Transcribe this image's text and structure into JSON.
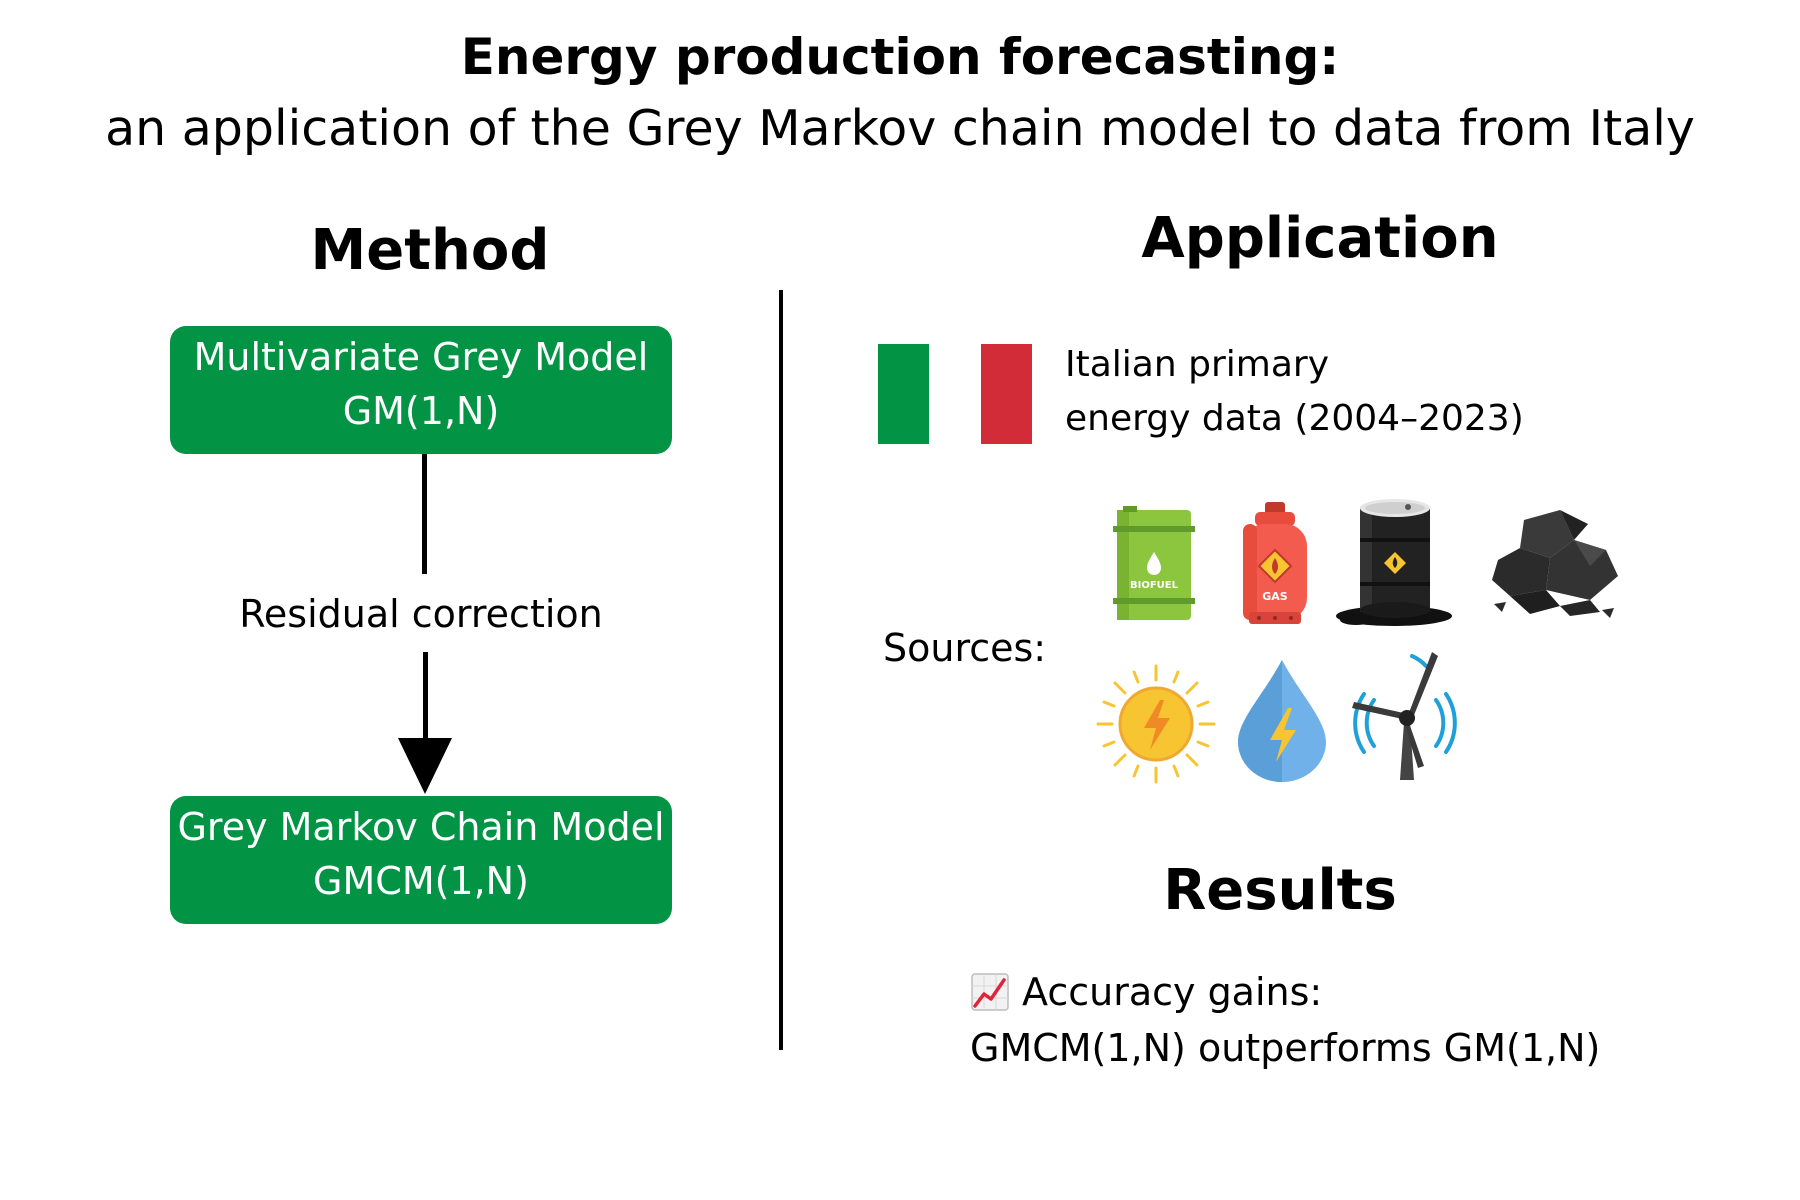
{
  "header": {
    "title": "Energy production forecasting:",
    "subtitle": "an application of the Grey Markov chain model to data from Italy"
  },
  "method": {
    "heading": "Method",
    "box_top": {
      "line1": "Multivariate Grey Model",
      "line2": "GM(1,N)"
    },
    "connector_label": "Residual correction",
    "box_bottom": {
      "line1": "Grey Markov Chain Model",
      "line2": "GMCM(1,N)"
    },
    "box_color": "#029345"
  },
  "application": {
    "heading": "Application",
    "flag_colors": [
      "#029345",
      "#ffffff",
      "#d12c38"
    ],
    "data_line1": "Italian primary",
    "data_line2": "energy data (2004–2023)",
    "sources_label": "Sources:",
    "sources": [
      "biofuel-barrel-icon",
      "gas-cylinder-icon",
      "oil-barrel-icon",
      "coal-icon",
      "solar-icon",
      "hydro-icon",
      "wind-turbine-icon"
    ],
    "biofuel_label": "BIOFUEL",
    "gas_label": "GAS"
  },
  "results": {
    "heading": "Results",
    "line1": "Accuracy gains:",
    "line2": "GMCM(1,N) outperforms GM(1,N)"
  }
}
